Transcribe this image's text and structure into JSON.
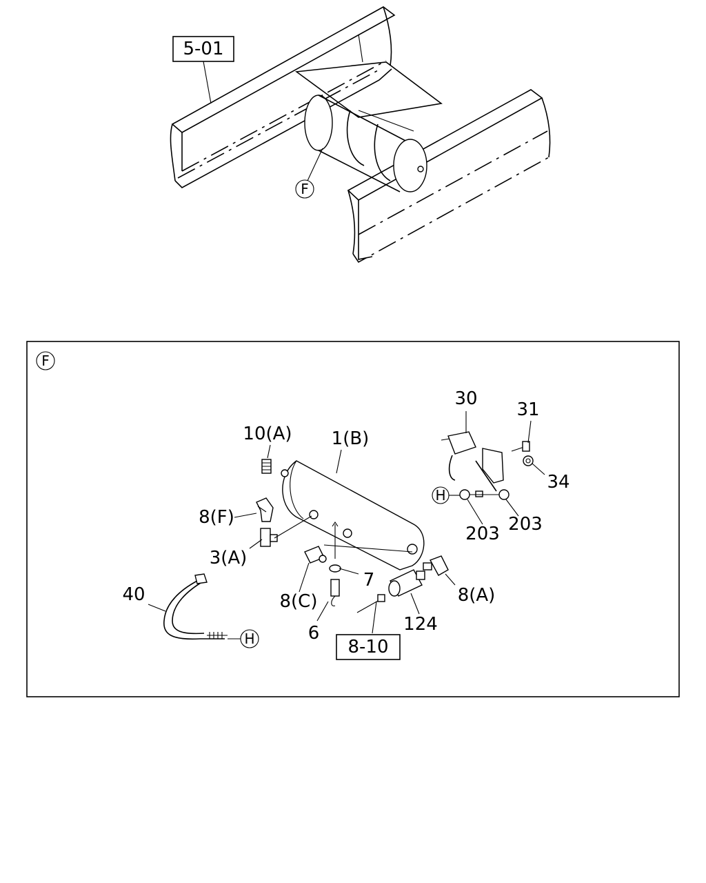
{
  "overview": {
    "ref_box": "5-01",
    "detail_callout": "F"
  },
  "detail": {
    "view_id": "F",
    "labels": {
      "tank": "1(B)",
      "plug_10a": "10(A)",
      "elbow_8f": "8(F)",
      "tee_3a": "3(A)",
      "fitting_8c": "8(C)",
      "washer_7": "7",
      "drain_6": "6",
      "bracket_30": "30",
      "bolt_31": "31",
      "washer_34": "34",
      "nut_203a": "203",
      "nut_203b": "203",
      "strap_40": "40",
      "switch_124": "124",
      "elbow_8a": "8(A)",
      "ref_box": "8-10"
    },
    "callout_h": "H"
  }
}
